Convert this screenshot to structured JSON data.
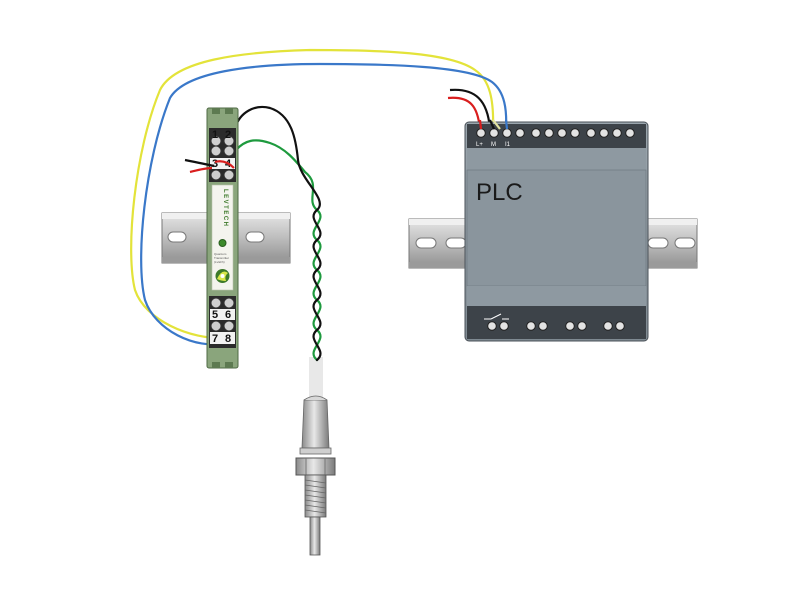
{
  "plc": {
    "label": "PLC",
    "terminal_labels": [
      "L+",
      "M",
      "I1"
    ]
  },
  "transmitter": {
    "brand": "LEVTECH",
    "model_lines": [
      "Quantum",
      "Transmitter",
      "(Lvl2ch)"
    ],
    "terminals_top": [
      "1",
      "2",
      "3",
      "4"
    ],
    "terminals_bottom": [
      "5",
      "6",
      "7",
      "8"
    ]
  },
  "colors": {
    "wire_yellow": "#e3e33a",
    "wire_blue": "#3a78c9",
    "wire_black": "#111111",
    "wire_green": "#1e9a3e",
    "wire_red": "#d91e1e",
    "plc_body": "#8a959d",
    "plc_dark": "#3d4349",
    "transmitter_body": "#8aa57c",
    "din_rail": "#c4c4c4"
  }
}
